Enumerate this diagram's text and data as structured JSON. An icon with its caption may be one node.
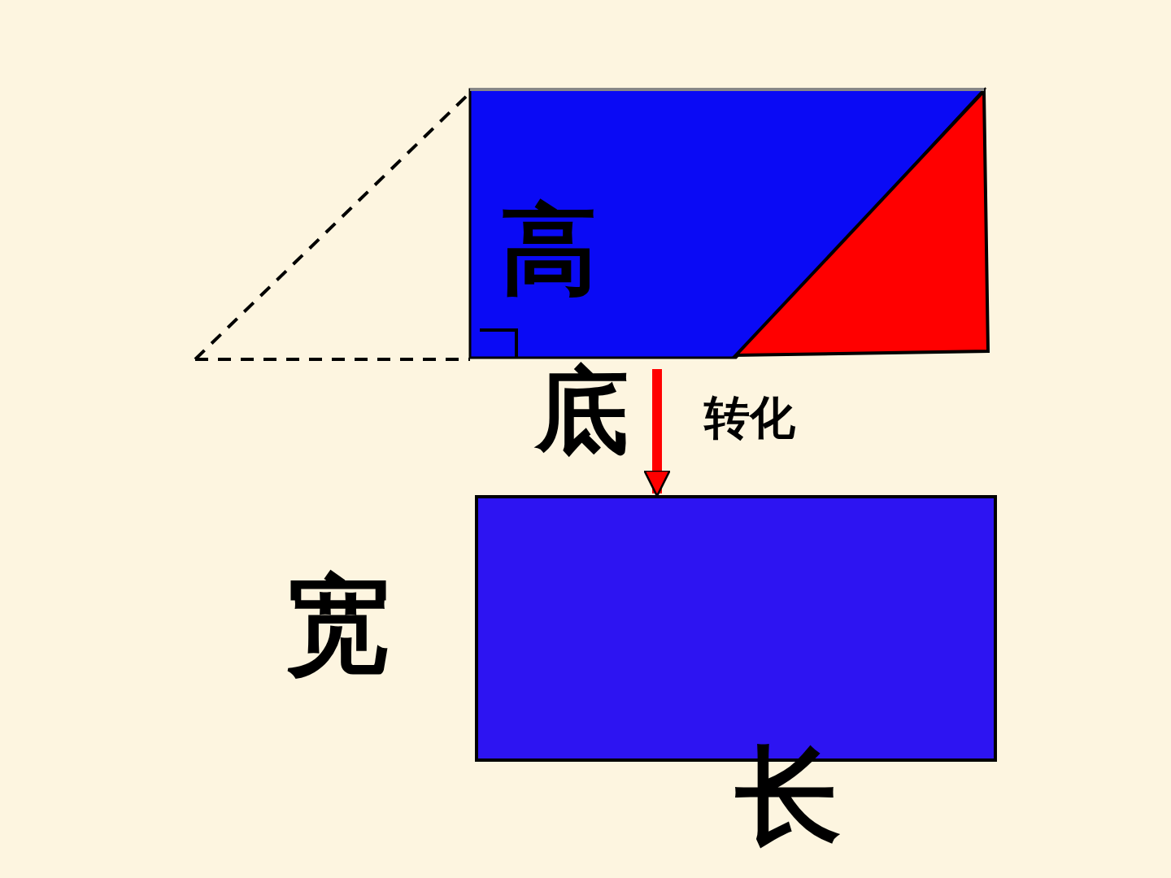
{
  "diagram": {
    "nodes": [
      {
        "text": [
          "高"
        ],
        "beside": [
          "底"
        ]
      },
      {
        "text": [],
        "shape": "box",
        "beside": [
          "宽",
          "长"
        ]
      }
    ],
    "edges": [
      {
        "from": 0,
        "to": 1,
        "arrow": "to",
        "label": "转化",
        "color": "#ff0000"
      }
    ]
  }
}
